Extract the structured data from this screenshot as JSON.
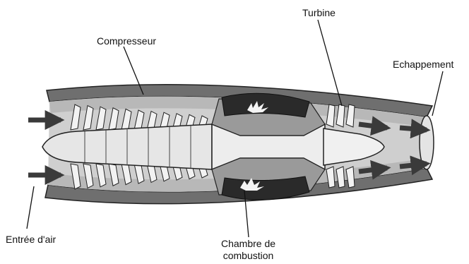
{
  "labels": {
    "compresseur": "Compresseur",
    "turbine": "Turbine",
    "echappement": "Echappement",
    "entree_air": "Entrée d'air",
    "chambre_line1": "Chambre de",
    "chambre_line2": "combustion"
  },
  "colors": {
    "casing": "#6f6f6f",
    "casing_inner": "#b8b8b8",
    "shaft": "#e6e6e6",
    "blade": "#f2f2f2",
    "chamber": "#2a2a2a",
    "flame": "#f4f4f4",
    "arrow": "#3a3a3a",
    "outline": "#222222"
  },
  "icons": [
    "flow-arrow-icon",
    "flame-icon"
  ]
}
